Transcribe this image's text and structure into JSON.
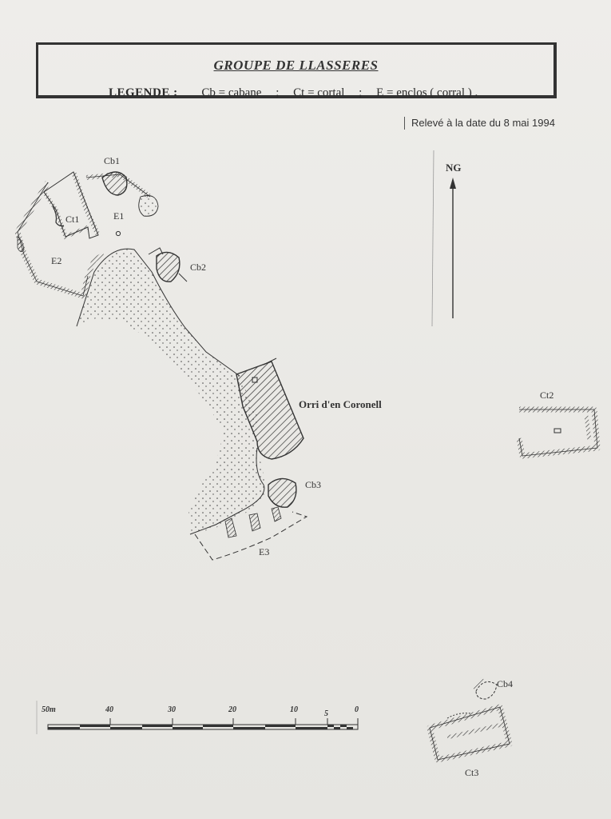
{
  "header": {
    "title": "GROUPE DE LLASSERES",
    "legend_label": "LEGENDE :",
    "legend_items": [
      "Cb = cabane",
      "Ct = cortal",
      "E = enclos ( corral ) ."
    ],
    "legend_separator": ";"
  },
  "survey_date": "Relevé à la date du 8 mai 1994",
  "north": {
    "label": "NG"
  },
  "map_labels": {
    "cb1": "Cb1",
    "ct1": "Ct1",
    "e1": "E1",
    "e2": "E2",
    "cb2": "Cb2",
    "orri": "Orri d'en Coronell",
    "cb3": "Cb3",
    "e3": "E3",
    "ct2": "Ct2",
    "cb4": "Cb4",
    "ct3": "Ct3"
  },
  "scale_bar": {
    "ticks": [
      "50m",
      "40",
      "30",
      "20",
      "10",
      "5",
      "0"
    ]
  },
  "colors": {
    "ink": "#333333",
    "paper": "#ecebe8"
  }
}
